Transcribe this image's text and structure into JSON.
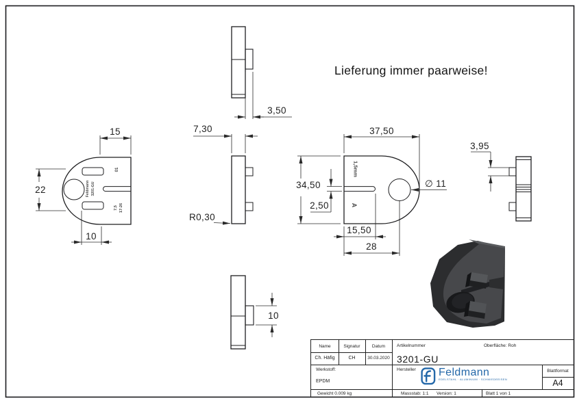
{
  "note": "Lieferung immer paarweise!",
  "views": {
    "front_left": {
      "dim_top": "15",
      "dim_left": "22",
      "dim_bottom": "10",
      "embossed": [
        "01",
        "Feldmann",
        "3201-GU",
        "7,5",
        "17-26"
      ]
    },
    "top": {
      "dim_tab": "3,50"
    },
    "side_left": {
      "dim_top": "7,30",
      "radius_label": "R0,30"
    },
    "front_right": {
      "dim_top": "37,50",
      "dim_left": "34,50",
      "dim_slot": "2,50",
      "dim_slot_depth": "15,50",
      "dim_hole_pos": "28",
      "hole_dia": "∅ 11",
      "embossed": [
        "1,5mm",
        "A"
      ]
    },
    "side_right": {
      "dim_tab": "3,95"
    },
    "bottom": {
      "dim_tab": "10"
    }
  },
  "title_block": {
    "labels": {
      "name": "Name",
      "signatur": "Signatur",
      "datum": "Datum",
      "artikelnummer": "Artikelnummer",
      "oberflaeche": "Oberfläche:  Roh",
      "werkstoff": "Werkstoff:",
      "hersteller": "Hersteller",
      "blattformat": "Blattformat",
      "gewicht": "Gewicht 0.009 kg",
      "massstab": "Massstab: 1:1",
      "version": "Version: 1",
      "blatt": "Blatt 1 von 1"
    },
    "values": {
      "name": "Ch. Häfig",
      "signatur": "CH",
      "datum": "30.03.2020",
      "artikelnummer": "3201-GU",
      "werkstoff": "EPDM",
      "format": "A4"
    },
    "logo": {
      "word": "Feldmann",
      "tagline": "EDELSTAHL · ALUMINIUM · SCHMIEDEEISEN"
    }
  },
  "colors": {
    "drawing_line": "#1d1d1f",
    "logo_blue": "#2468a9",
    "part_render_dark": "#2c2d2f"
  }
}
